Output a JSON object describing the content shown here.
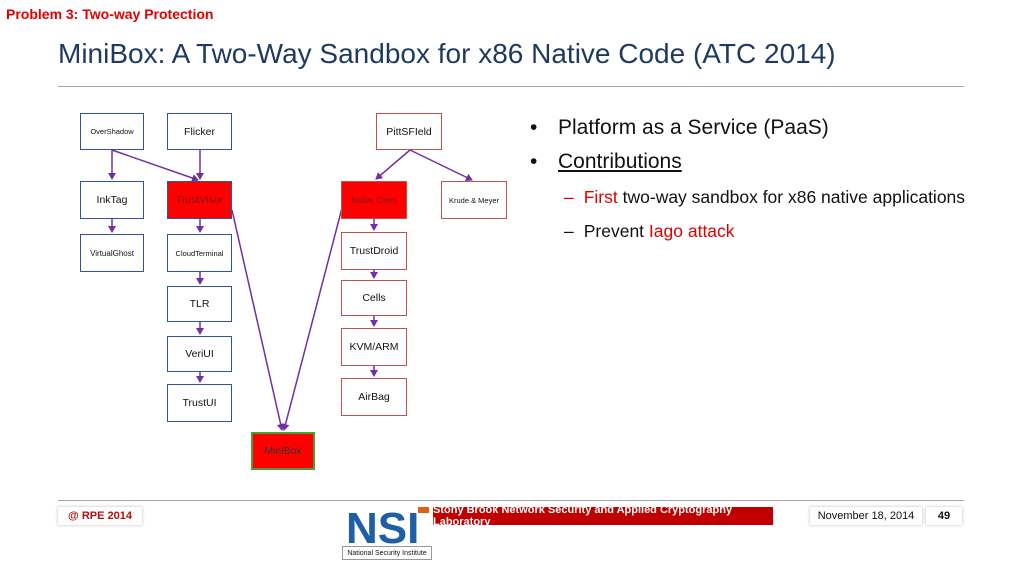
{
  "header": {
    "problem_label": "Problem 3:  Two-way Protection",
    "title": "MiniBox: A Two-Way Sandbox for x86 Native Code (ATC 2014)"
  },
  "diagram": {
    "nodes": {
      "overshadow": "OverShadow",
      "flicker": "Flicker",
      "pittsfield": "PittSFIeld",
      "inktag": "InkTag",
      "trustvisor": "TrustVisor",
      "native_client": "Native Client",
      "krude_meyer": "Krude & Meyer",
      "virtualghost": "VirtualGhost",
      "cloudterminal": "CloudTerminal",
      "trustdroid": "TrustDroid",
      "tlr": "TLR",
      "cells": "Cells",
      "kvm_arm": "KVM/ARM",
      "veriui": "VeriUI",
      "trustui": "TrustUI",
      "airbag": "AirBag",
      "minibox": "MiniBox"
    },
    "colors": {
      "blue_edge": "#2f5597",
      "purple_edge": "#7030a0",
      "highlight": "#ff0000"
    }
  },
  "bullets": {
    "item1": "Platform as a Service (PaaS)",
    "item2": "Contributions",
    "sub1_prefix": "First",
    "sub1_rest": " two-way sandbox for x86 native applications",
    "sub2_prefix": "Prevent ",
    "sub2_red": "Iago attack"
  },
  "footer": {
    "rpe": "@ RPE 2014",
    "lab": "Stony Brook Network Security and Applied Cryptography Laboratory",
    "logo_text": "NSI",
    "logo_caption": "National Security Institute",
    "date": "November 18, 2014",
    "page": "49"
  }
}
